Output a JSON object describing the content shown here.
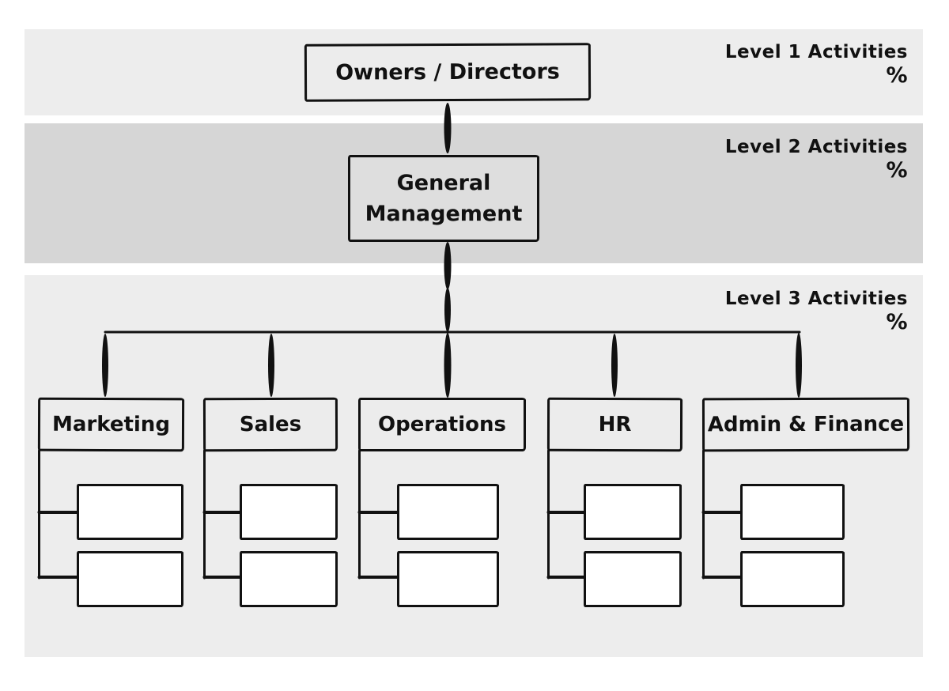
{
  "levels": [
    {
      "label": "Level 1 Activities",
      "percent": "%"
    },
    {
      "label": "Level 2 Activities",
      "percent": "%"
    },
    {
      "label": "Level 3 Activities",
      "percent": "%"
    }
  ],
  "nodes": {
    "root": "Owners / Directors",
    "level2": "General Management"
  },
  "departments": [
    {
      "name": "Marketing"
    },
    {
      "name": "Sales"
    },
    {
      "name": "Operations"
    },
    {
      "name": "HR"
    },
    {
      "name": "Admin & Finance"
    }
  ],
  "colors": {
    "ink": "#111111",
    "band_light": "#ededed",
    "band_dark": "#d6d6d6",
    "node_fill_light": "#ececec",
    "node_fill_mid": "#dedede",
    "activity_box_fill": "#ffffff"
  }
}
